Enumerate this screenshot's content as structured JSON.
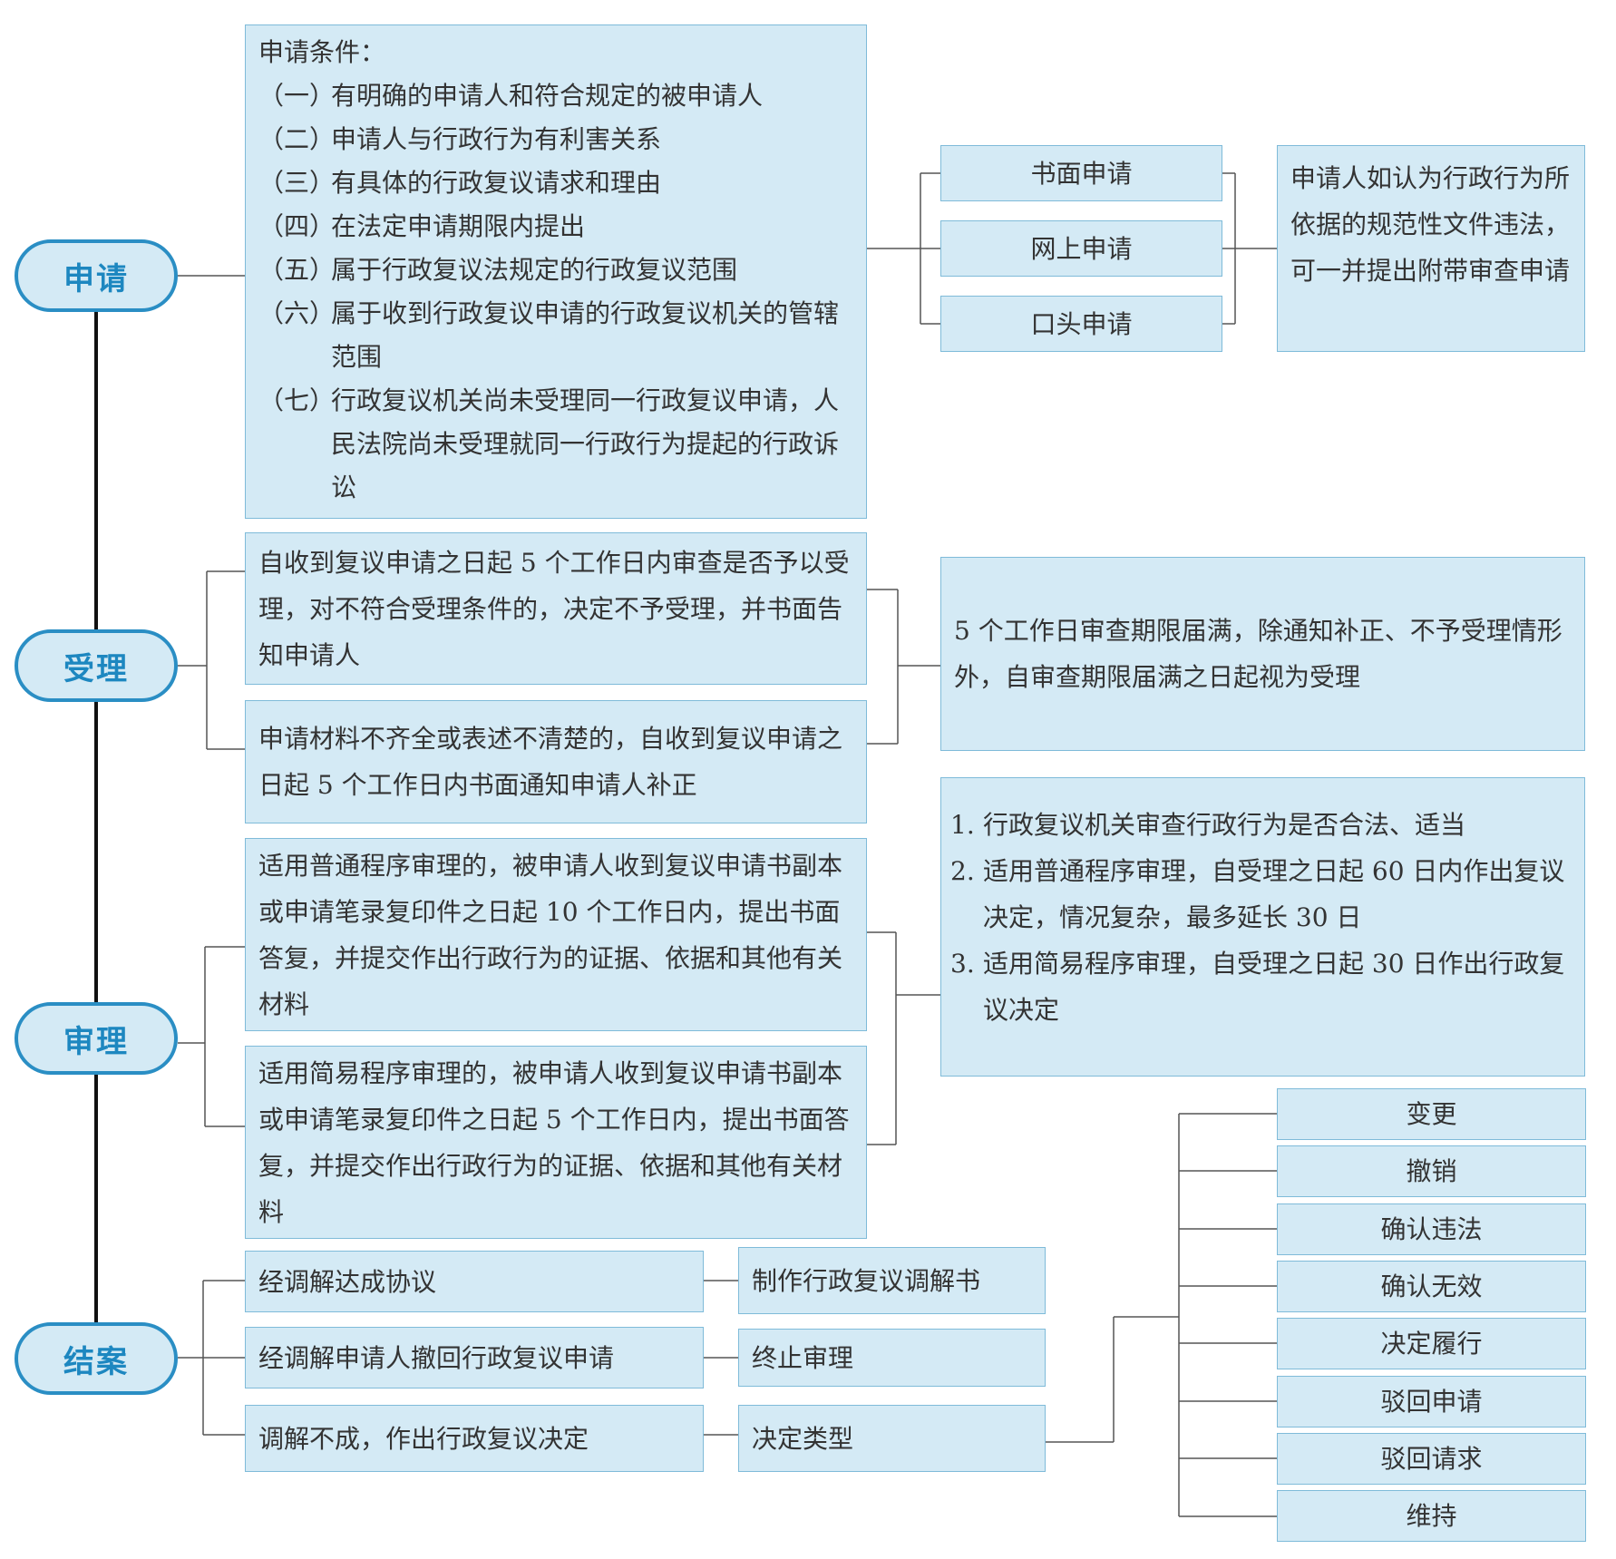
{
  "stages": {
    "apply": "申请",
    "accept": "受理",
    "review": "审理",
    "close": "结案"
  },
  "apply": {
    "conditions_title": "申请条件：",
    "conditions": [
      {
        "num": "（一）",
        "text": "有明确的申请人和符合规定的被申请人"
      },
      {
        "num": "（二）",
        "text": "申请人与行政行为有利害关系"
      },
      {
        "num": "（三）",
        "text": "有具体的行政复议请求和理由"
      },
      {
        "num": "（四）",
        "text": "在法定申请期限内提出"
      },
      {
        "num": "（五）",
        "text": "属于行政复议法规定的行政复议范围"
      },
      {
        "num": "（六）",
        "text": "属于收到行政复议申请的行政复议机关的管辖范围"
      },
      {
        "num": "（七）",
        "text": "行政复议机关尚未受理同一行政复议申请，人民法院尚未受理就同一行政行为提起的行政诉讼"
      }
    ],
    "methods": [
      "书面申请",
      "网上申请",
      "口头申请"
    ],
    "note": "申请人如认为行政行为所依据的规范性文件违法，可一并提出附带审查申请"
  },
  "accept": {
    "item1": "自收到复议申请之日起 5 个工作日内审查是否予以受理，对不符合受理条件的，决定不予受理，并书面告知申请人",
    "item2": "申请材料不齐全或表述不清楚的，自收到复议申请之日起 5 个工作日内书面通知申请人补正",
    "note": "5 个工作日审查期限届满，除通知补正、不予受理情形外，自审查期限届满之日起视为受理"
  },
  "review": {
    "item1": "适用普通程序审理的，被申请人收到复议申请书副本或申请笔录复印件之日起 10 个工作日内，提出书面答复，并提交作出行政行为的证据、依据和其他有关材料",
    "item2": "适用简易程序审理的，被申请人收到复议申请书副本或申请笔录复印件之日起 5 个工作日内，提出书面答复，并提交作出行政行为的证据、依据和其他有关材料",
    "notes": [
      {
        "num": "1.",
        "text": "行政复议机关审查行政行为是否合法、适当"
      },
      {
        "num": "2.",
        "text": "适用普通程序审理，自受理之日起 60 日内作出复议决定，情况复杂，最多延长 30 日"
      },
      {
        "num": "3.",
        "text": "适用简易程序审理，自受理之日起 30 日作出行政复议决定"
      }
    ]
  },
  "close": {
    "cases": [
      "经调解达成协议",
      "经调解申请人撤回行政复议申请",
      "调解不成，作出行政复议决定"
    ],
    "results": [
      "制作行政复议调解书",
      "终止审理",
      "决定类型"
    ],
    "decision_types": [
      "变更",
      "撤销",
      "确认违法",
      "确认无效",
      "决定履行",
      "驳回申请",
      "驳回请求",
      "维持"
    ]
  }
}
